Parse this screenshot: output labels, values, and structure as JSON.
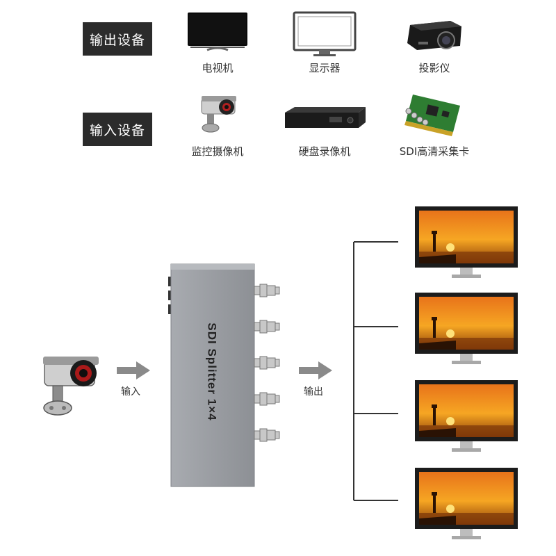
{
  "output_section": {
    "label": "输出设备",
    "devices": [
      {
        "icon": "tv-icon",
        "label": "电视机"
      },
      {
        "icon": "monitor-icon",
        "label": "显示器"
      },
      {
        "icon": "projector-icon",
        "label": "投影仪"
      }
    ]
  },
  "input_section": {
    "label": "输入设备",
    "devices": [
      {
        "icon": "cctv-camera-icon",
        "label": "监控摄像机"
      },
      {
        "icon": "hard-disk-recorder-icon",
        "label": "硬盘录像机"
      },
      {
        "icon": "sdi-capture-card-icon",
        "label": "SDI高清采集卡"
      }
    ]
  },
  "diagram": {
    "input_arrow_label": "输入",
    "output_arrow_label": "输出",
    "splitter_label": "SDI Splitter 1×4",
    "monitor_count": 4
  },
  "colors": {
    "label_bg": "#2b2b2b",
    "arrow": "#8a8a8a",
    "splitter_body": "#9a9da2",
    "connector": "#c8c8c8",
    "line": "#333333",
    "sunset_top": "#f29a1a",
    "sunset_bottom": "#a04b0a"
  }
}
